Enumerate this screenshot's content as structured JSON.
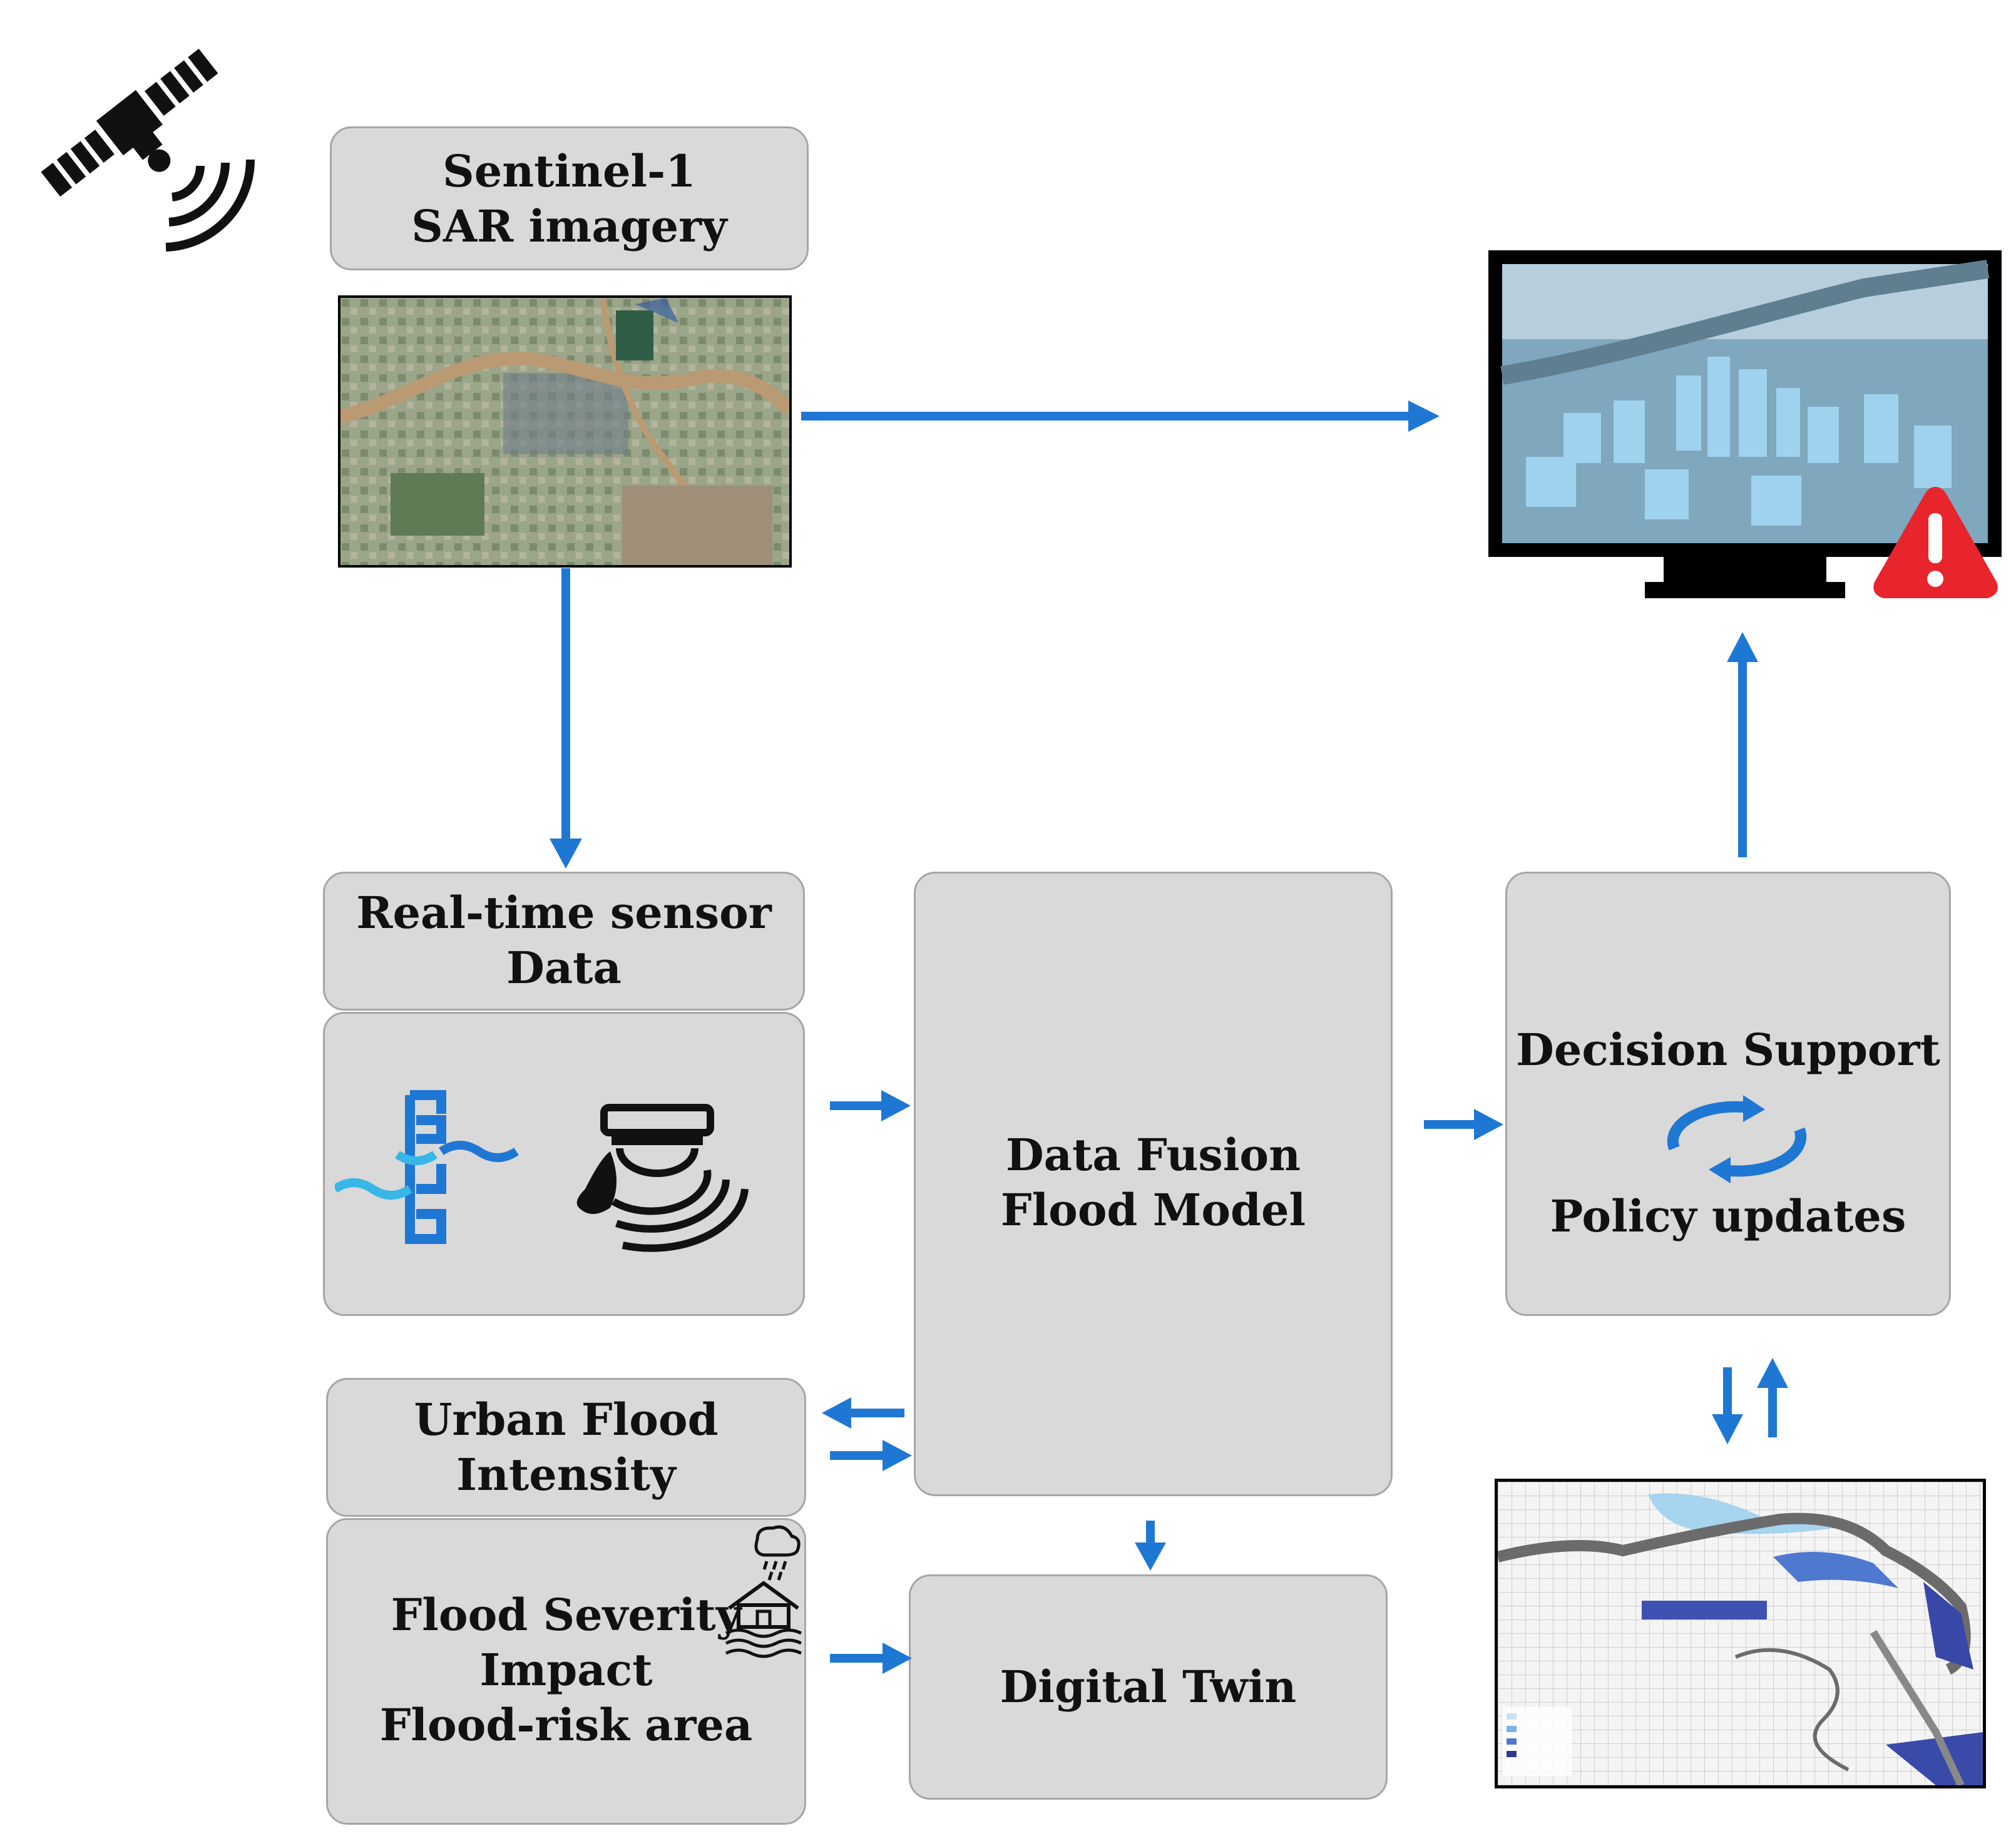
{
  "colors": {
    "arrow": "#1f77d4",
    "box_fill": "#d9d9d9",
    "box_border": "#a6a6a6",
    "alert": "#e8242c"
  },
  "icons": [
    "satellite-icon",
    "water-level-gauge-icon",
    "ultrasonic-sensor-icon",
    "rain-house-flood-icon",
    "cycle-arrows-icon",
    "warning-icon",
    "monitor-icon"
  ],
  "sentinel": {
    "line1": "Sentinel-1",
    "line2": "SAR  imagery"
  },
  "sensor": {
    "line1": "Real-time sensor",
    "line2": "Data"
  },
  "fusion": {
    "line1": "Data Fusion",
    "line2": "Flood Model"
  },
  "decision": {
    "line1": "Decision Support",
    "line2": "Policy updates"
  },
  "urban": {
    "line1": "Urban Flood",
    "line2": "Intensity"
  },
  "severity": {
    "line1": "Flood Severity",
    "line2": "Impact",
    "line3": "Flood-risk area"
  },
  "twin": {
    "label": "Digital Twin"
  }
}
